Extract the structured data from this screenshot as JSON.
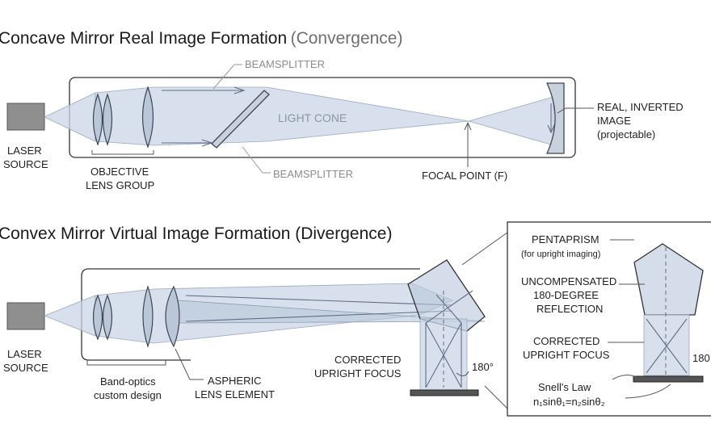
{
  "top_fragment": "",
  "diagram1": {
    "title": "Concave Mirror Real Image Formation",
    "title_suffix": "(Convergence)",
    "laser_line1": "LASER",
    "laser_line2": "SOURCE",
    "beamsplitter_top": "BEAMSPLITTER",
    "beamsplitter_bottom": "BEAMSPLITTER",
    "light_cone": "LIGHT CONE",
    "objective_line1": "OBJECTIVE",
    "objective_line2": "LENS GROUP",
    "focal_point": "FOCAL POINT (F)",
    "real_line1": "REAL, INVERTED",
    "real_line2": "IMAGE",
    "real_line3": "(projectable)"
  },
  "diagram2": {
    "title": "Convex Mirror Virtual Image Formation (Divergence)",
    "laser_line1": "LASER",
    "laser_line2": "SOURCE",
    "bandoptics_line1": "Band-optics",
    "bandoptics_line2": "custom design",
    "aspheric_line1": "ASPHERIC",
    "aspheric_line2": "LENS ELEMENT",
    "corrected_line1": "CORRECTED",
    "corrected_line2": "UPRIGHT FOCUS",
    "angle": "180°"
  },
  "inset": {
    "pentaprism": "PENTAPRISM",
    "pentaprism_sub": "(for upright imaging)",
    "uncomp_line1": "UNCOMPENSATED",
    "uncomp_line2": "180-DEGREE",
    "uncomp_line3": "REFLECTION",
    "corrected_line1": "CORRECTED",
    "corrected_line2": "UPRIGHT FOCUS",
    "angle": "180",
    "snell_title": "Snell's Law",
    "snell_eq": "n₁sinθ₁=n₂sinθ₂"
  },
  "colors": {
    "beam": "#c9d6e6",
    "lens": "#b9c7d8",
    "frame": "#333333",
    "text": "#1f1f1f",
    "muted_text": "#8c8c8c"
  }
}
